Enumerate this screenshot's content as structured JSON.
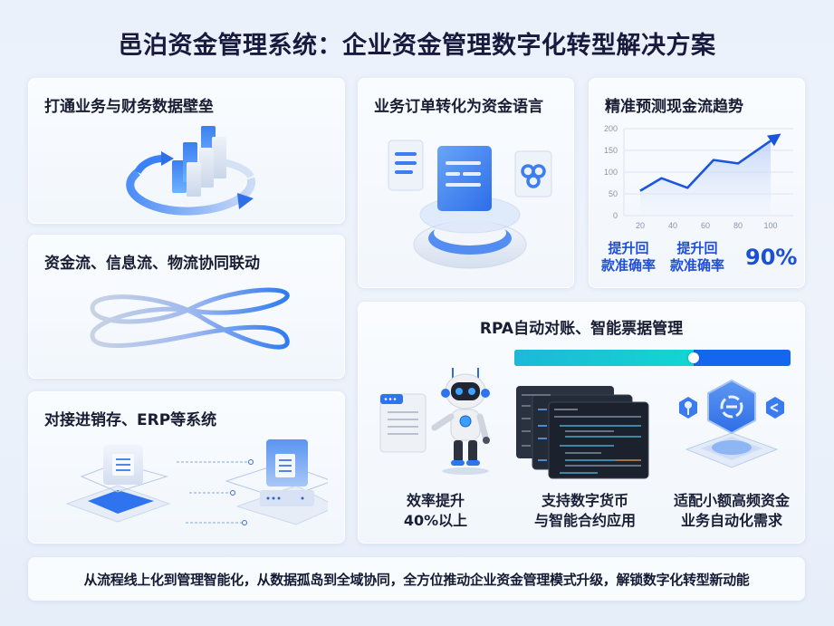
{
  "title": "邑泊资金管理系统：企业资金管理数字化转型解决方案",
  "cards": {
    "data_barrier": {
      "title": "打通业务与财务数据壁垒",
      "icon": "bar-chart-cycle-icon"
    },
    "three_flows": {
      "title": "资金流、信息流、物流协同联动",
      "icon": "infinity-loop-icon"
    },
    "erp": {
      "title": "对接进销存、ERP等系统",
      "icon": "server-sync-icon"
    },
    "order_to_finance": {
      "title": "业务订单转化为资金语言",
      "icon": "document-platform-icon"
    },
    "forecast": {
      "title": "精准预测现金流趋势",
      "metrics": [
        {
          "line1": "提升回",
          "line2": "款准确率"
        },
        {
          "line1": "提升回",
          "line2": "款准确率"
        }
      ],
      "big_value": "90%"
    },
    "rpa": {
      "title": "RPA自动对账、智能票据管理",
      "progress_percent": 65,
      "colors": {
        "fill_start": "#1cb9d6",
        "fill_end": "#12d6d2",
        "track": "#1566ee"
      },
      "features": [
        {
          "line1": "效率提升",
          "line2": "40%以上",
          "icon": "robot-icon"
        },
        {
          "line1": "支持数字货币",
          "line2": "与智能合约应用",
          "icon": "code-windows-icon"
        },
        {
          "line1": "适配小额高频资金",
          "line2": "业务自动化需求",
          "icon": "hexagon-automation-icon"
        }
      ]
    }
  },
  "footer": "从流程线上化到管理智能化，从数据孤岛到全域协同，全方位推动企业资金管理模式升级，解锁数字化转型新动能",
  "chart_data": {
    "type": "line",
    "title": "精准预测现金流趋势",
    "x": [
      20,
      33,
      49,
      65,
      80,
      100
    ],
    "values": [
      57,
      86,
      64,
      128,
      120,
      172
    ],
    "xticks": [
      "20",
      "40",
      "60",
      "80",
      "100"
    ],
    "yticks": [
      "0",
      "50",
      "100",
      "150",
      "200"
    ],
    "xlabel": "",
    "ylabel": "",
    "xlim": [
      10,
      110
    ],
    "ylim": [
      0,
      200
    ],
    "grid": true,
    "area_fill": true,
    "end_arrow": true,
    "color": "#1a56db"
  }
}
